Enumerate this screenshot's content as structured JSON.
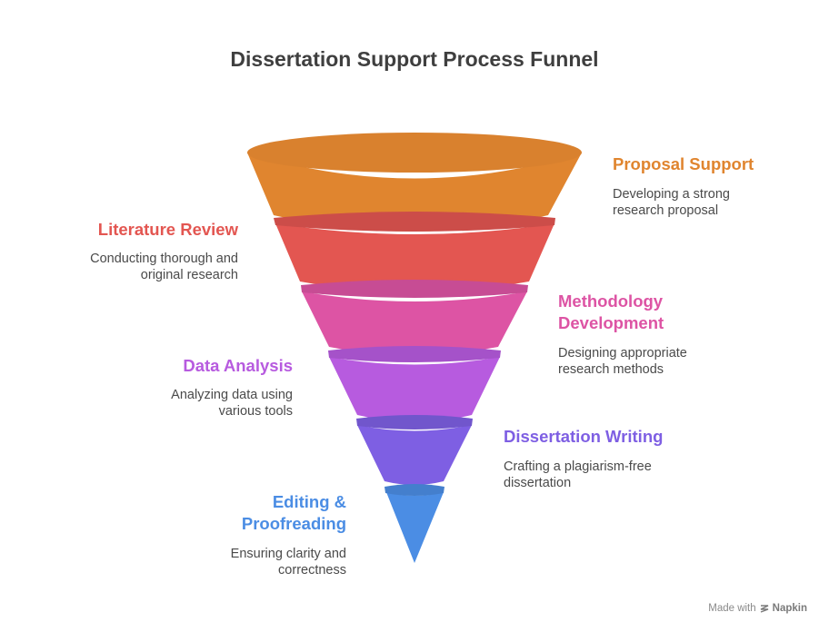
{
  "title": "Dissertation Support Process Funnel",
  "colors": {
    "proposal": "#E0852F",
    "literature": "#E35651",
    "methodology": "#DD54A4",
    "analysis": "#B75BDF",
    "writing": "#7E5FE3",
    "editing": "#4B8DE4"
  },
  "stages": [
    {
      "title": "Proposal Support",
      "desc": [
        "Developing a strong",
        "research proposal"
      ],
      "color_key": "proposal"
    },
    {
      "title": "Literature Review",
      "desc": [
        "Conducting thorough and",
        "original research"
      ],
      "color_key": "literature"
    },
    {
      "title": "Methodology Development",
      "title_lines": [
        "Methodology",
        "Development"
      ],
      "desc": [
        "Designing appropriate",
        "research methods"
      ],
      "color_key": "methodology"
    },
    {
      "title": "Data Analysis",
      "desc": [
        "Analyzing data using",
        "various tools"
      ],
      "color_key": "analysis"
    },
    {
      "title": "Dissertation Writing",
      "desc": [
        "Crafting a plagiarism-free",
        "dissertation"
      ],
      "color_key": "writing"
    },
    {
      "title": "Editing & Proofreading",
      "title_lines": [
        "Editing &",
        "Proofreading"
      ],
      "desc": [
        "Ensuring clarity and",
        "correctness"
      ],
      "color_key": "editing"
    }
  ],
  "footer": {
    "made_with": "Made with",
    "brand": "Napkin"
  }
}
